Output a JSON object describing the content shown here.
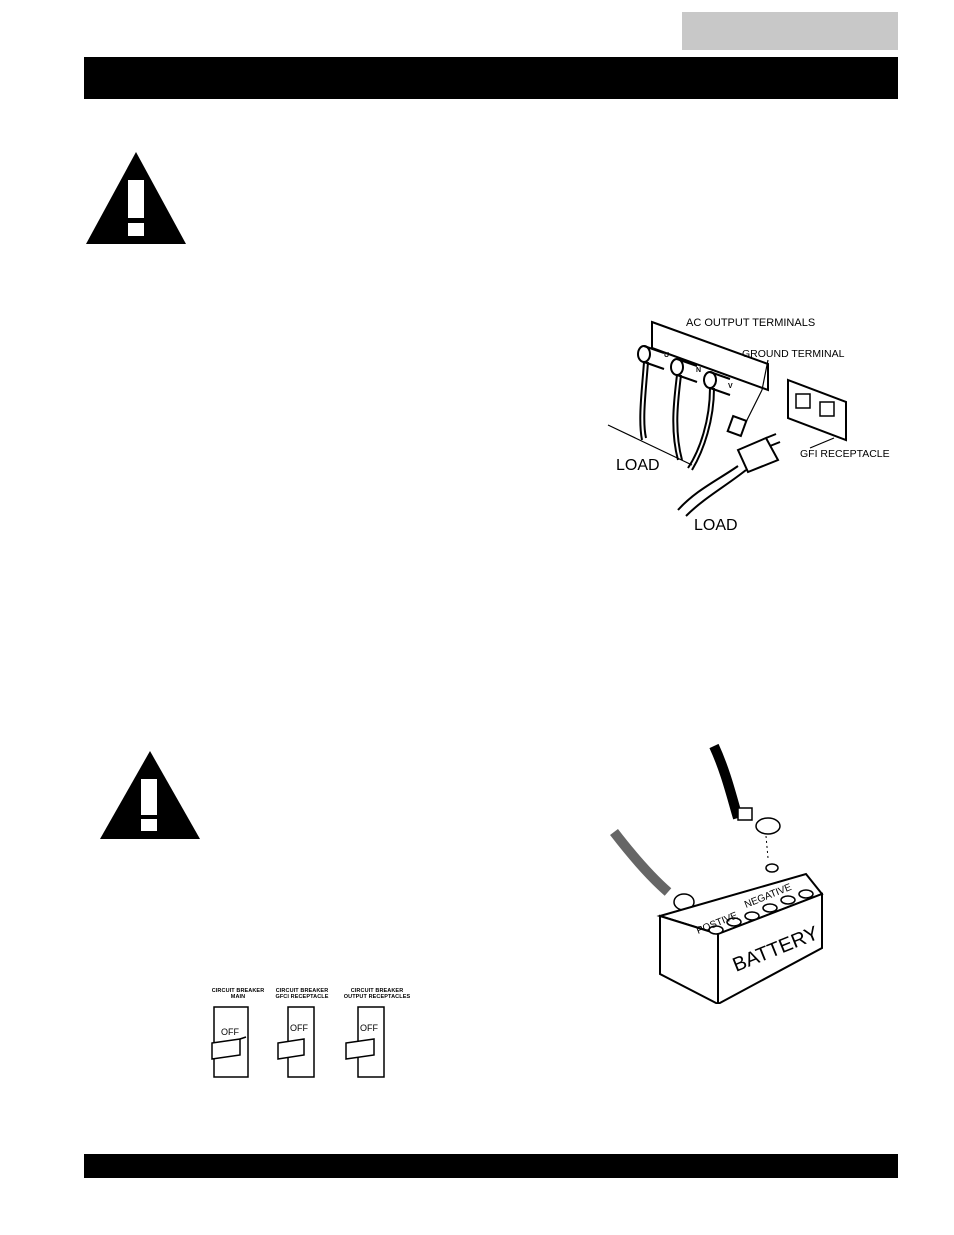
{
  "colors": {
    "bar": "#000000",
    "tab": "#c8c8c8"
  },
  "icons": [
    "warning-triangle-icon",
    "warning-triangle-icon"
  ],
  "figure_terminals": {
    "ac_output_terminals": "AC OUTPUT TERMINALS",
    "ground_terminal": "GROUND TERMINAL",
    "gfi_receptacle": "GFI RECEPTACLE",
    "load_left": "LOAD",
    "load_bottom": "LOAD",
    "terminal_u": "U",
    "terminal_n": "N",
    "terminal_v": "V"
  },
  "figure_breakers": {
    "breakers": [
      {
        "line1": "CIRCUIT BREAKER",
        "line2": "MAIN",
        "state": "OFF"
      },
      {
        "line1": "CIRCUIT BREAKER",
        "line2": "GFCI  RECEPTACLE",
        "state": "OFF"
      },
      {
        "line1": "CIRCUIT BREAKER",
        "line2": "OUTPUT  RECEPTACLES",
        "state": "OFF"
      }
    ]
  },
  "figure_battery": {
    "battery": "BATTERY",
    "positive": "POSTIVE",
    "negative": "NEGATIVE"
  }
}
